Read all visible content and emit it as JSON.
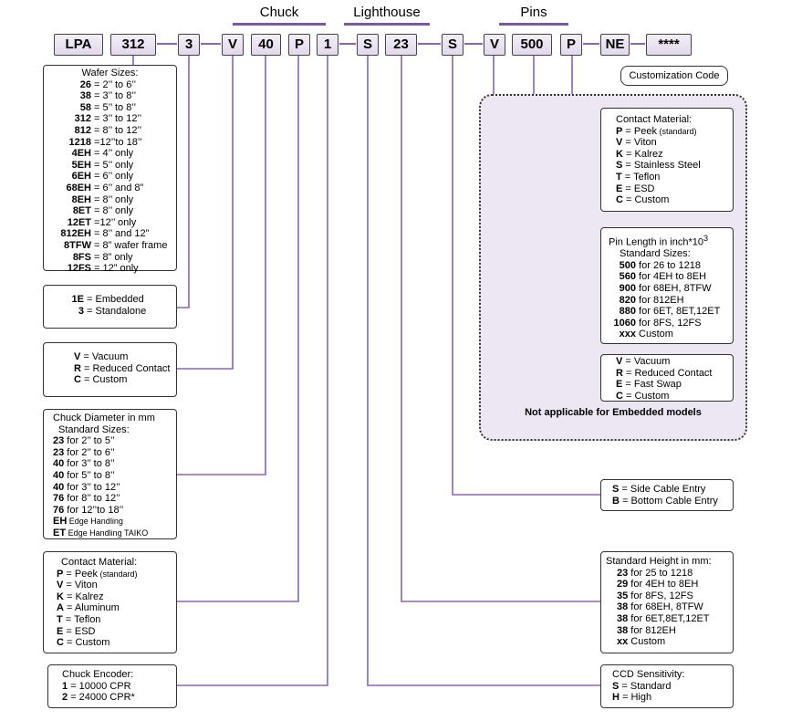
{
  "groups": {
    "chuck": "Chuck",
    "lighthouse": "Lighthouse",
    "pins": "Pins"
  },
  "code": [
    "LPA",
    "312",
    "3",
    "V",
    "40",
    "P",
    "1",
    "S",
    "23",
    "S",
    "V",
    "500",
    "P",
    "NE",
    "****"
  ],
  "customization_label": "Customization Code",
  "not_applicable": "Not applicable for Embedded models",
  "wafer": {
    "title": "Wafer Sizes:",
    "rows": [
      [
        "26",
        "= 2’’ to  6’’"
      ],
      [
        "38",
        "= 3’’ to  8’’"
      ],
      [
        "58",
        "= 5’’ to  8’’"
      ],
      [
        "312",
        "= 3’’ to 12’’"
      ],
      [
        "812",
        "= 8’’ to 12’’"
      ],
      [
        "1218",
        "=12’’to 18’’"
      ],
      [
        "4EH",
        "= 4’’  only"
      ],
      [
        "5EH",
        "= 5’’  only"
      ],
      [
        "6EH",
        "= 6’’  only"
      ],
      [
        "68EH",
        "= 6’’  and 8”"
      ],
      [
        "8EH",
        "= 8’’  only"
      ],
      [
        "8ET",
        "= 8’’  only"
      ],
      [
        "12ET",
        "=12’’ only"
      ],
      [
        "812EH",
        "= 8’’ and 12”"
      ],
      [
        "8TFW",
        "= 8” wafer frame"
      ],
      [
        "8FS",
        "= 8” only"
      ],
      [
        "12FS",
        "= 12” only"
      ]
    ]
  },
  "mount": {
    "rows": [
      [
        "1E",
        "= Embedded"
      ],
      [
        "3",
        "= Standalone"
      ]
    ]
  },
  "chuck_type": {
    "rows": [
      [
        "V",
        "= Vacuum"
      ],
      [
        "R",
        "= Reduced Contact"
      ],
      [
        "C",
        "= Custom"
      ]
    ]
  },
  "chuck_diam": {
    "title": "Chuck Diameter in mm",
    "subtitle": "Standard Sizes:",
    "rows": [
      [
        "23",
        "for 2’’ to  5’’"
      ],
      [
        "23",
        "for 2’’ to  6’’"
      ],
      [
        "40",
        "for 3’’ to  8’’"
      ],
      [
        "40",
        "for 5’’ to  8’’"
      ],
      [
        "40",
        "for 3’’ to 12’’"
      ],
      [
        "76",
        "for 8’’ to 12’’"
      ],
      [
        "76",
        "for 12’’to 18’’"
      ],
      [
        "EH",
        "Edge Handling"
      ],
      [
        "ET",
        "Edge Handling TAIKO"
      ]
    ]
  },
  "chuck_mat": {
    "title": "Contact Material:",
    "rows": [
      [
        "P",
        "= Peek",
        "(standard)"
      ],
      [
        "V",
        "= Viton",
        ""
      ],
      [
        "K",
        "= Kalrez",
        ""
      ],
      [
        "A",
        "= Aluminum",
        ""
      ],
      [
        "T",
        "= Teflon",
        ""
      ],
      [
        "E",
        "= ESD",
        ""
      ],
      [
        "C",
        "= Custom",
        ""
      ]
    ]
  },
  "encoder": {
    "title": "Chuck Encoder:",
    "rows": [
      [
        "1",
        "= 10000 CPR"
      ],
      [
        "2",
        "= 24000 CPR*"
      ]
    ]
  },
  "pin_mat": {
    "title": "Contact Material:",
    "rows": [
      [
        "P",
        "= Peek",
        "(standard)"
      ],
      [
        "V",
        "= Viton",
        ""
      ],
      [
        "K",
        "= Kalrez",
        ""
      ],
      [
        "S",
        "= Stainless Steel",
        ""
      ],
      [
        "T",
        "= Teflon",
        ""
      ],
      [
        "E",
        "= ESD",
        ""
      ],
      [
        "C",
        "= Custom",
        ""
      ]
    ]
  },
  "pin_len": {
    "title": "Pin Length in inch*10",
    "title_sup": "3",
    "subtitle": "Standard Sizes:",
    "rows": [
      [
        "500",
        "for 26 to  1218"
      ],
      [
        "560",
        "for 4EH to 8EH"
      ],
      [
        "900",
        "for 68EH, 8TFW"
      ],
      [
        "820",
        "for 812EH"
      ],
      [
        "880",
        "for 6ET, 8ET,12ET"
      ],
      [
        "1060",
        "for 8FS, 12FS"
      ],
      [
        "xxx",
        "Custom"
      ]
    ]
  },
  "pin_type": {
    "rows": [
      [
        "V",
        "= Vacuum"
      ],
      [
        "R",
        "= Reduced Contact"
      ],
      [
        "E",
        "= Fast Swap"
      ],
      [
        "C",
        "= Custom"
      ]
    ]
  },
  "cable": {
    "rows": [
      [
        "S",
        "= Side Cable Entry"
      ],
      [
        "B",
        "= Bottom Cable Entry"
      ]
    ]
  },
  "height": {
    "title": "Standard Height in mm:",
    "rows": [
      [
        "23",
        "for 25 to 1218"
      ],
      [
        "29",
        "for 4EH to 8EH"
      ],
      [
        "35",
        "for 8FS, 12FS"
      ],
      [
        "38",
        "for 68EH, 8TFW"
      ],
      [
        "38",
        "for 6ET,8ET,12ET"
      ],
      [
        "38",
        "for 812EH"
      ],
      [
        "xx",
        "Custom"
      ]
    ]
  },
  "ccd": {
    "title": "CCD Sensitivity:",
    "rows": [
      [
        "S",
        "= Standard"
      ],
      [
        "H",
        "= High"
      ]
    ]
  }
}
